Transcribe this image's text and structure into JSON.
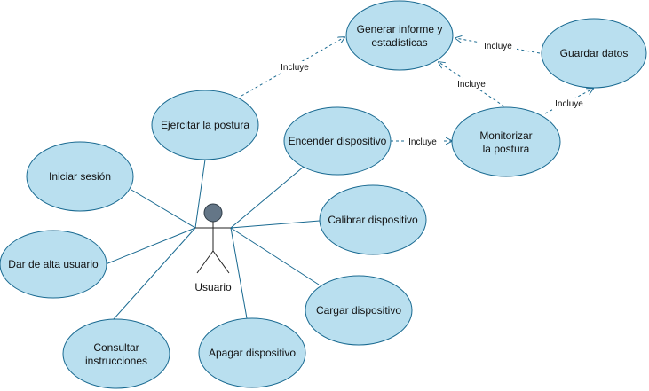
{
  "actor": {
    "name": "Usuario"
  },
  "use_cases": {
    "generar": [
      "Generar informe y",
      "estadísticas"
    ],
    "guardar": [
      "Guardar datos"
    ],
    "ejercitar": [
      "Ejercitar la postura"
    ],
    "encender": [
      "Encender dispositivo"
    ],
    "monitorizar": [
      "Monitorizar",
      "la postura"
    ],
    "iniciar": [
      "Iniciar sesión"
    ],
    "calibrar": [
      "Calibrar dispositivo"
    ],
    "alta": [
      "Dar de alta usuario"
    ],
    "cargar": [
      "Cargar dispositivo"
    ],
    "consultar": [
      "Consultar",
      "instrucciones"
    ],
    "apagar": [
      "Apagar dispositivo"
    ]
  },
  "relations": {
    "ejercitar_generar": "Incluye",
    "guardar_generar": "Incluye",
    "monitorizar_generar": "Incluye",
    "encender_monitorizar": "Incluye",
    "monitorizar_guardar": "Incluye"
  },
  "colors": {
    "fill": "#b9dfef",
    "stroke": "#1a6a91",
    "actor_head": "#647687"
  }
}
